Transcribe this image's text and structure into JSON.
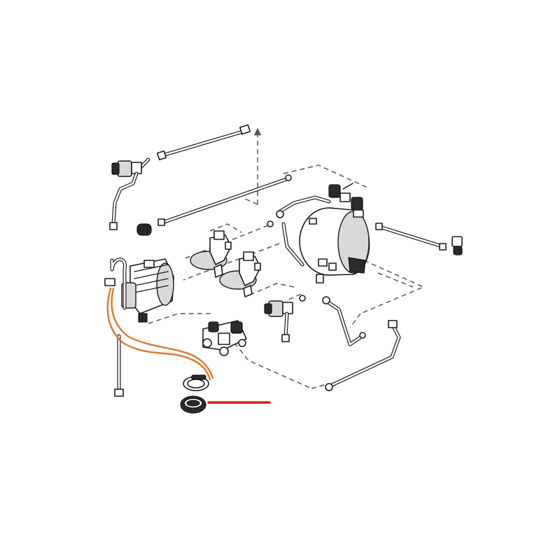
{
  "diagram": {
    "kind": "exploded-parts-diagram",
    "colors": {
      "line": "#1a1a1a",
      "leader": "#555555",
      "wire": "#d97a2b",
      "highlight": "#e01818",
      "background": "#ffffff"
    },
    "parts": [
      "top-pipe-with-nuts",
      "steam-valve-assembly",
      "long-pipe",
      "spring-clip",
      "group-head-left",
      "group-head-right",
      "boiler-assembly",
      "side-pipe",
      "pressure-switch",
      "rotary-pump-motor",
      "water-inlet-hose",
      "solenoid-valve-block",
      "hot-water-valve",
      "bent-pipe-front",
      "bent-pipe-right",
      "electrical-wire",
      "cable-clamp-ring",
      "hose-clamp-ring"
    ],
    "highlighted_part": "hose-clamp-ring"
  }
}
